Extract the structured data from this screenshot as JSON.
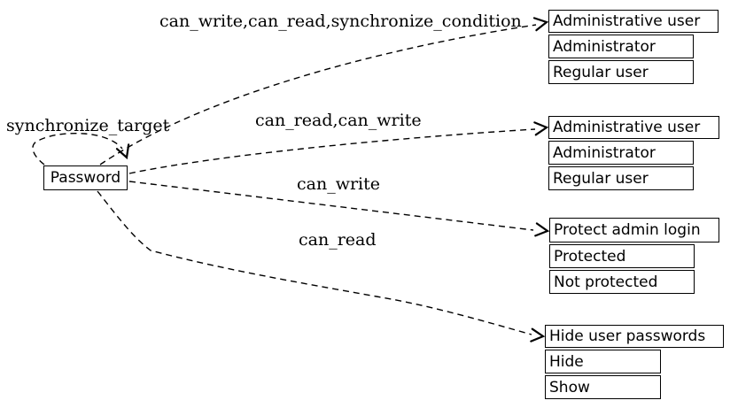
{
  "diagram": {
    "source_node": {
      "label": "Password"
    },
    "self_edge": {
      "label": "synchronize_target"
    },
    "edges": [
      {
        "label": "can_write,can_read,synchronize_condition"
      },
      {
        "label": "can_read,can_write"
      },
      {
        "label": "can_write"
      },
      {
        "label": "can_read"
      }
    ],
    "tables": [
      {
        "title": "Administrative user",
        "rows": [
          "Administrator",
          "Regular user"
        ]
      },
      {
        "title": "Administrative user",
        "rows": [
          "Administrator",
          "Regular user"
        ]
      },
      {
        "title": "Protect admin login",
        "rows": [
          "Protected",
          "Not protected"
        ]
      },
      {
        "title": "Hide user passwords",
        "rows": [
          "Hide",
          "Show"
        ]
      }
    ],
    "colors": {
      "line": "#000000",
      "text": "#000000",
      "background": "#ffffff"
    }
  }
}
